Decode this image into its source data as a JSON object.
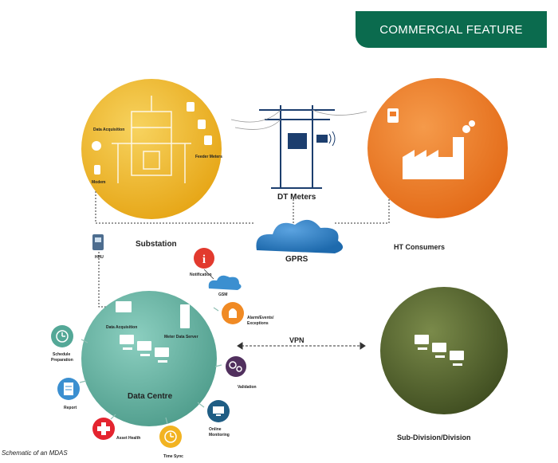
{
  "header": {
    "badge": "COMMERCIAL FEATURE"
  },
  "nodes": {
    "substation": "Substation",
    "dt_meters": "DT Meters",
    "ht_consumers": "HT Consumers",
    "gprs": "GPRS",
    "data_centre": "Data Centre",
    "subdivision": "Sub-Division/Division",
    "vpn": "VPN",
    "gsm": "GSM",
    "hhu": "HHU"
  },
  "substation_items": {
    "data_acquisition": "Data Acquisition",
    "feeder_meters": "Feeder Meters",
    "modem": "Modem"
  },
  "datacentre_items": {
    "data_acquisition": "Data Acquisition",
    "meter_data_server": "Meter Data Server"
  },
  "services": {
    "notification": "Notification",
    "alarm": "Alarm/Events/\nExceptions",
    "validation": "Validation",
    "online_monitoring": "Online\nMonitoring",
    "time_sync": "Time Sync",
    "asset_health": "Asset Health",
    "report": "Report",
    "schedule": "Schedule\nPreparation"
  },
  "caption": "Schematic of an MDAS",
  "colors": {
    "badge": "#0b6b4e",
    "substation": "#f0b82b",
    "ht": "#ef7d2a",
    "datacentre": "#6fb8a8",
    "subdivision": "#55652f",
    "gprs": "#2f7fc4",
    "notification": "#e23a2e",
    "alarm": "#f08a24",
    "validation": "#51305e",
    "online": "#1f5d84",
    "timesync": "#f2b321",
    "asset": "#e4242f",
    "report": "#3b8fd0",
    "schedule": "#54a897"
  }
}
